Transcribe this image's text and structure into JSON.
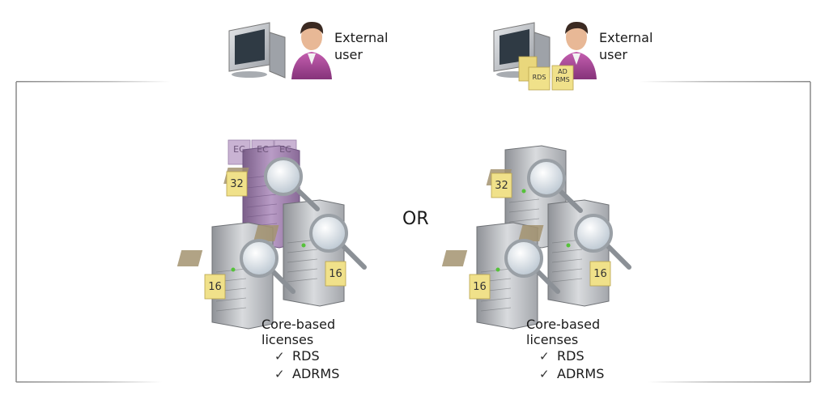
{
  "left": {
    "user_line1": "External",
    "user_line2": "user",
    "ec_badges": [
      "EC",
      "EC",
      "EC"
    ],
    "badge_main": "32",
    "badge_front_left": "16",
    "badge_front_right": "16",
    "license_line1": "Core-based",
    "license_line2": "licenses",
    "checks": [
      "RDS",
      "ADRMS"
    ]
  },
  "or_label": "OR",
  "right": {
    "user_line1": "External",
    "user_line2": "user",
    "doc_badges": [
      "RDS",
      "AD\nRMS"
    ],
    "badge_main": "32",
    "badge_front_left": "16",
    "badge_front_right": "16",
    "license_line1": "Core-based",
    "license_line2": "licenses",
    "checks": [
      "RDS",
      "ADRMS"
    ]
  },
  "colors": {
    "frame": "#8a8a8a",
    "badge": "#f0e18a",
    "server_grey": "#b9bcc0",
    "server_purple": "#9b7fa8",
    "ec_card": "#c9b3d3",
    "user_shirt": "#a44a93"
  }
}
